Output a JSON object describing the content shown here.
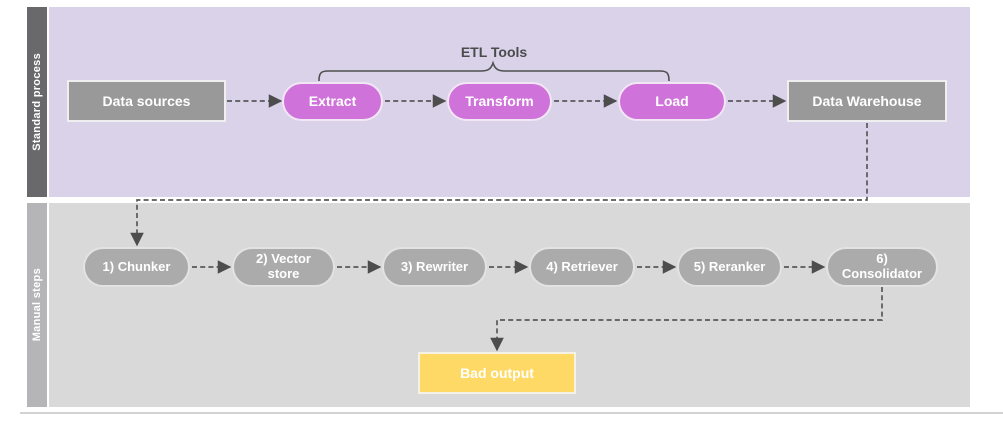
{
  "lanes": {
    "standard": {
      "label": "Standard process"
    },
    "manual": {
      "label": "Manual steps"
    }
  },
  "annotations": {
    "etl_tools_label": "ETL Tools"
  },
  "nodes": {
    "data_sources": {
      "label": "Data sources"
    },
    "extract": {
      "label": "Extract"
    },
    "transform": {
      "label": "Transform"
    },
    "load": {
      "label": "Load"
    },
    "data_warehouse": {
      "label": "Data Warehouse"
    },
    "chunker": {
      "label": "1) Chunker"
    },
    "vector_store": {
      "label": "2) Vector store"
    },
    "rewriter": {
      "label": "3) Rewriter"
    },
    "retriever": {
      "label": "4) Retriever"
    },
    "reranker": {
      "label": "5) Reranker"
    },
    "consolidator": {
      "label": "6) Consolidator"
    },
    "bad_output": {
      "label": "Bad output"
    }
  },
  "edges": [
    {
      "from": "data_sources",
      "to": "extract",
      "style": "dashed-arrow"
    },
    {
      "from": "extract",
      "to": "transform",
      "style": "dashed-arrow"
    },
    {
      "from": "transform",
      "to": "load",
      "style": "dashed-arrow"
    },
    {
      "from": "load",
      "to": "data_warehouse",
      "style": "dashed-arrow"
    },
    {
      "from": "data_warehouse",
      "to": "chunker",
      "style": "dashed-elbow-arrow"
    },
    {
      "from": "chunker",
      "to": "vector_store",
      "style": "dashed-arrow"
    },
    {
      "from": "vector_store",
      "to": "rewriter",
      "style": "dashed-arrow"
    },
    {
      "from": "rewriter",
      "to": "retriever",
      "style": "dashed-arrow"
    },
    {
      "from": "retriever",
      "to": "reranker",
      "style": "dashed-arrow"
    },
    {
      "from": "reranker",
      "to": "consolidator",
      "style": "dashed-arrow"
    },
    {
      "from": "consolidator",
      "to": "bad_output",
      "style": "dashed-elbow-arrow"
    },
    {
      "brace": "etl_tools",
      "spans": [
        "extract",
        "transform",
        "load"
      ]
    }
  ],
  "colors": {
    "lane_standard_bar": "#69686B",
    "lane_standard_body": "#D9D2E9",
    "lane_manual_bar": "#B5B4B6",
    "lane_manual_body": "#D9D9D9",
    "process_box": "#999999",
    "etl_pill": "#CF73DA",
    "manual_pill": "#ABABAB",
    "bad_output_box": "#FFD966",
    "connector": "#58585A",
    "caption_text": "#4B4B4B",
    "node_text": "#FFFFFF"
  }
}
